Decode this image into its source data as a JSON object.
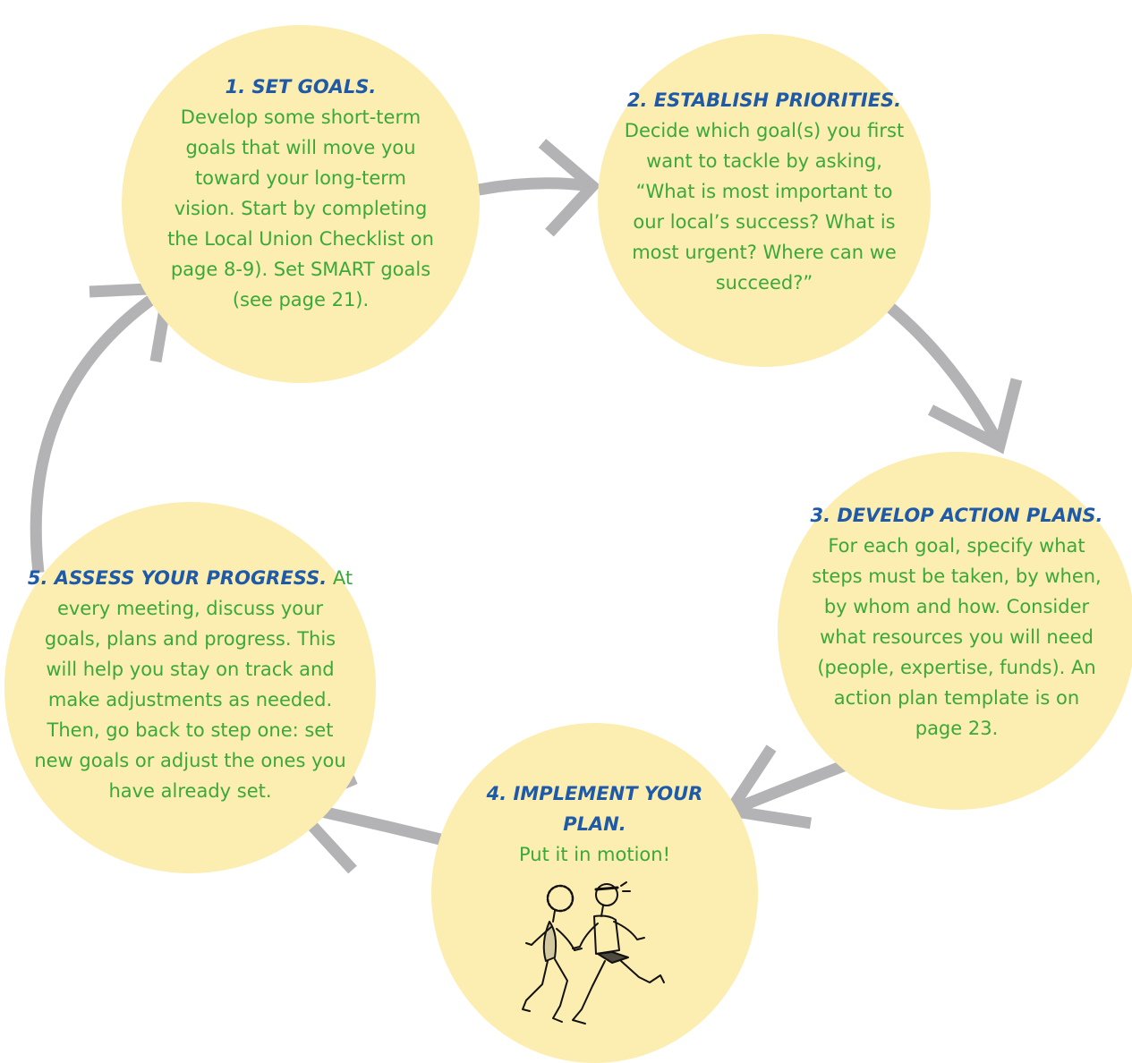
{
  "colors": {
    "circle_fill": "#fcedb0",
    "heading": "#1e5aa8",
    "body_text": "#3aa93a",
    "arrow": "#b3b3b5"
  },
  "steps": [
    {
      "heading": "1. SET GOALS.",
      "text": "Develop some short-term goals that will move you toward your long-term vision. Start by completing the Local Union Checklist on page 8-9). Set SMART goals (see page 21)."
    },
    {
      "heading": "2. ESTABLISH PRIORITIES.",
      "text": "Decide which goal(s) you first want to tackle by asking, “What is most important to our local’s success? What is most urgent? Where can we succeed?”"
    },
    {
      "heading": "3. DEVELOP ACTION PLANS.",
      "text": "For each goal, specify what steps must be taken, by when, by whom and how. Consider what resources you will need (people, expertise, funds). An action plan template is on page 23."
    },
    {
      "heading": "4. IMPLEMENT YOUR PLAN.",
      "text": "Put it in motion!",
      "illustration": "runners-illustration"
    },
    {
      "heading": "5. ASSESS YOUR PROGRESS.",
      "text": "At every meeting, discuss your goals, plans and progress. This will help you stay on track and make adjustments as needed. Then, go back to step one: set new goals or adjust the ones you have already set."
    }
  ],
  "connectors": [
    {
      "from": "1. SET GOALS.",
      "to": "2. ESTABLISH PRIORITIES."
    },
    {
      "from": "2. ESTABLISH PRIORITIES.",
      "to": "3. DEVELOP ACTION PLANS."
    },
    {
      "from": "3. DEVELOP ACTION PLANS.",
      "to": "4. IMPLEMENT YOUR PLAN."
    },
    {
      "from": "4. IMPLEMENT YOUR PLAN.",
      "to": "5. ASSESS YOUR PROGRESS."
    },
    {
      "from": "5. ASSESS YOUR PROGRESS.",
      "to": "1. SET GOALS."
    }
  ]
}
